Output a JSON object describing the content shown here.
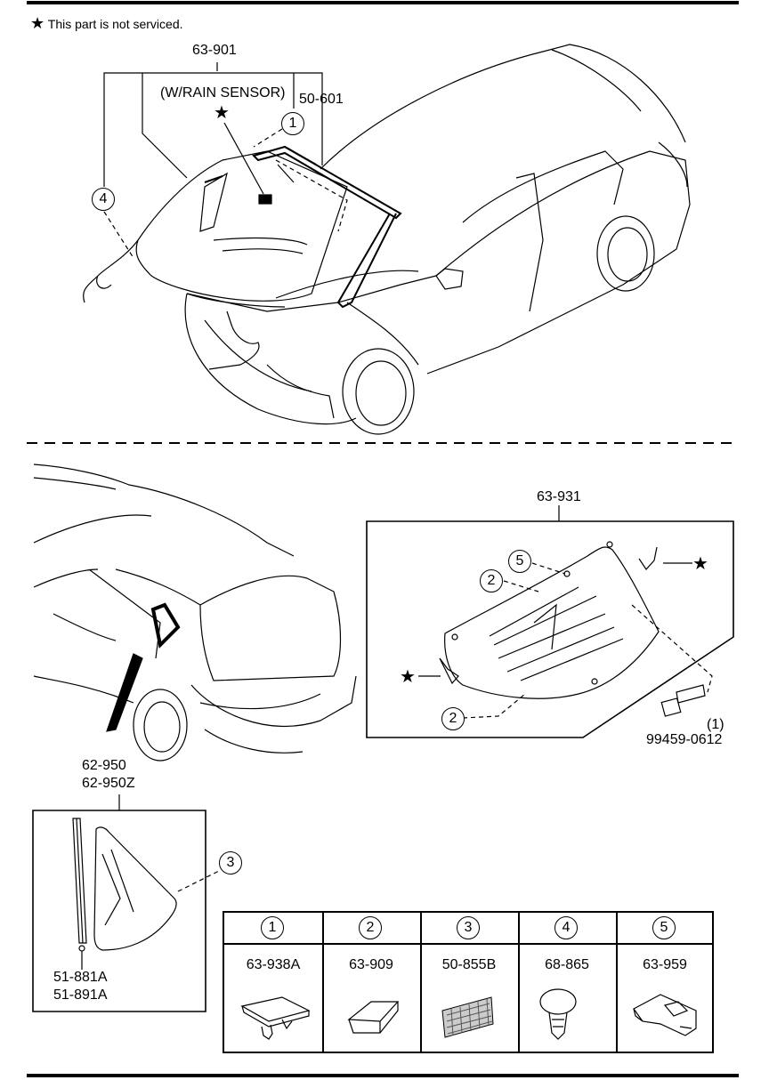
{
  "note": {
    "star": "★",
    "text": "This part is not serviced."
  },
  "front": {
    "part_windshield": "63-901",
    "rain_sensor": "(W/RAIN SENSOR)",
    "part_moulding": "50-601",
    "callout_1": "1",
    "callout_4": "4"
  },
  "rear": {
    "part_rear_glass": "63-931",
    "callout_5": "5",
    "callout_2a": "2",
    "callout_2b": "2",
    "bolt_part": "99459-0612",
    "bolt_qty": "(1)"
  },
  "quarter": {
    "part_a": "62-950",
    "part_b": "62-950Z",
    "callout_3": "3",
    "seal_a": "51-881A",
    "seal_b": "51-891A"
  },
  "legend": [
    {
      "num": "1",
      "part": "63-938A",
      "icon": "clip-icon"
    },
    {
      "num": "2",
      "part": "63-909",
      "icon": "spacer-block-icon"
    },
    {
      "num": "3",
      "part": "50-855B",
      "icon": "mesh-pad-icon"
    },
    {
      "num": "4",
      "part": "68-865",
      "icon": "push-clip-icon"
    },
    {
      "num": "5",
      "part": "63-959",
      "icon": "bracket-icon"
    }
  ]
}
